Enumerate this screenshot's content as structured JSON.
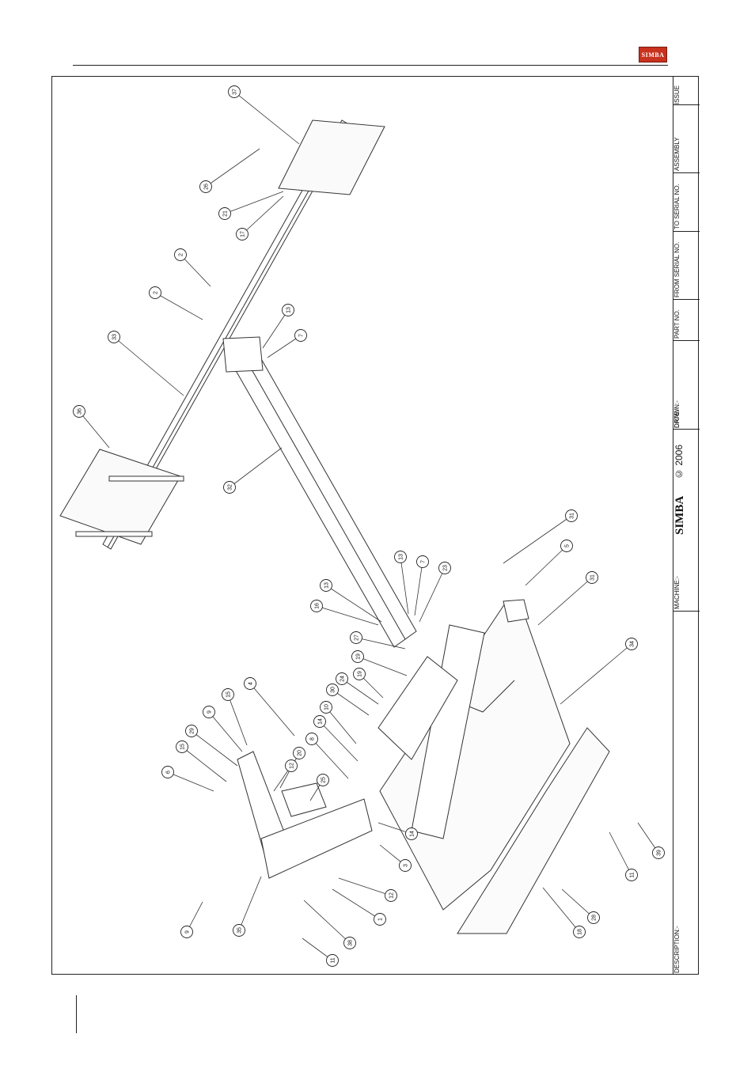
{
  "brand": {
    "logo_text": "SIMBA",
    "title_block_brand": "SIMBA",
    "copyright": "© 2006"
  },
  "title_block": {
    "issue": "ISSUE",
    "assembly": "ASSEMBLY",
    "to_serial": "TO SERIAL NO.",
    "from_serial": "FROM SERIAL NO.",
    "part_no": "PART NO.",
    "drawn": "DRAWN:-",
    "date": "DATE:-",
    "machine": "MACHINE:-",
    "description": "DESCRIPTION:-"
  },
  "callouts": [
    "37",
    "26",
    "21",
    "17",
    "2",
    "2",
    "13",
    "7",
    "33",
    "36",
    "32",
    "16",
    "13",
    "13",
    "7",
    "23",
    "27",
    "19",
    "19",
    "24",
    "30",
    "10",
    "14",
    "8",
    "4",
    "15",
    "9",
    "29",
    "15",
    "6",
    "20",
    "12",
    "25",
    "14",
    "3",
    "12",
    "1",
    "38",
    "11",
    "35",
    "9",
    "18",
    "28",
    "31",
    "5",
    "31",
    "34",
    "39",
    "11"
  ]
}
